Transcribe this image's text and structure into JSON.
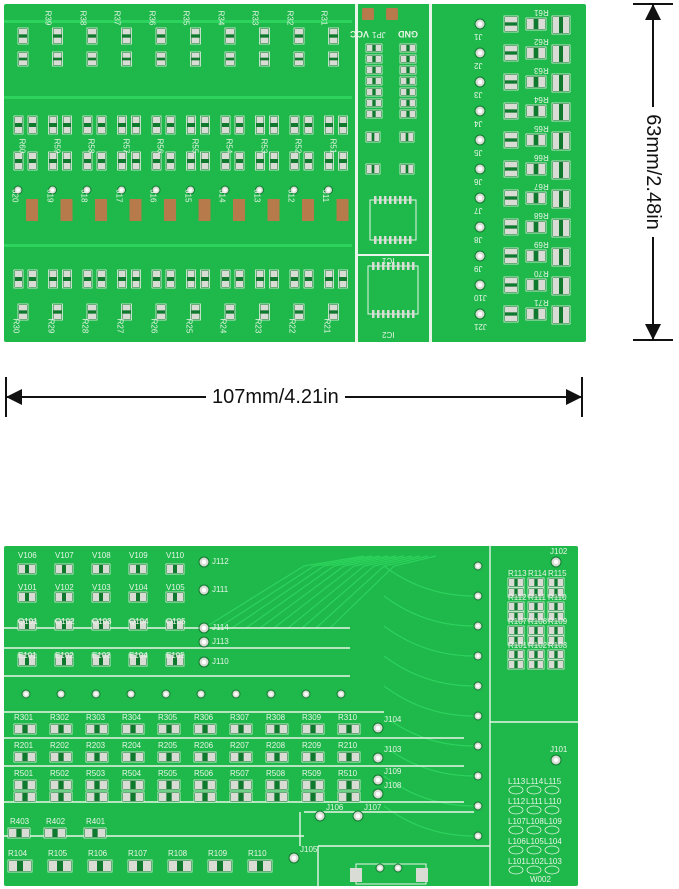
{
  "dimensions": {
    "width_label": "107mm/4.21in",
    "height_label": "63mm/2.48in"
  },
  "colors": {
    "pcb_green": "#1fb84b",
    "pcb_green_dark": "#14963a",
    "trace_green": "#2cd35c",
    "pad_copper": "#b77a4a",
    "smd_pad": "#d8dcd4",
    "silkscreen": "#e8f5e8",
    "ic_body": "#1a1a1a"
  },
  "board_top": {
    "row_labels_top": [
      "R39",
      "R38",
      "R37",
      "R36",
      "R35",
      "R34",
      "R33",
      "R32",
      "R31"
    ],
    "row_labels_mid": [
      "R60",
      "R59",
      "R58",
      "R57",
      "R56",
      "R55",
      "R54",
      "R53",
      "R52",
      "R51"
    ],
    "row_labels_j": [
      "J20",
      "J19",
      "J18",
      "J17",
      "J16",
      "J15",
      "J14",
      "J13",
      "J12",
      "J11"
    ],
    "row_labels_bottom": [
      "R30",
      "R29",
      "R28",
      "R27",
      "R26",
      "R25",
      "R24",
      "R23",
      "R22",
      "R21"
    ],
    "header_labels": [
      "VCC",
      "JP1",
      "GND"
    ],
    "ic_labels": [
      "IC1",
      "IC2"
    ],
    "right_labels": [
      "R61",
      "R62",
      "R63",
      "R64",
      "R65",
      "R66",
      "R67",
      "R68",
      "R69",
      "R70",
      "R71"
    ],
    "j_right": [
      "J1",
      "J2",
      "J3",
      "J4",
      "J5",
      "J6",
      "J7",
      "J8",
      "J9",
      "J10",
      "J21"
    ]
  },
  "board_bottom": {
    "v_row1": [
      "V106",
      "V107",
      "V108",
      "V109",
      "V110"
    ],
    "v_row2": [
      "V101",
      "V102",
      "V103",
      "V104",
      "V105"
    ],
    "q_row": [
      "Q101",
      "Q102",
      "Q103",
      "Q104",
      "Q105"
    ],
    "e_row": [
      "E101",
      "E102",
      "E103",
      "E104",
      "E105"
    ],
    "j_left": [
      "J112",
      "J111",
      "J114",
      "J113",
      "J110"
    ],
    "r300_row": [
      "R301",
      "R302",
      "R303",
      "R304",
      "R305",
      "R306",
      "R307",
      "R308",
      "R309",
      "R310"
    ],
    "r200_row": [
      "R201",
      "R202",
      "R203",
      "R204",
      "R205",
      "R206",
      "R207",
      "R208",
      "R209",
      "R210"
    ],
    "r500_row": [
      "R501",
      "R502",
      "R503",
      "R504",
      "R505",
      "R506",
      "R507",
      "R508",
      "R509",
      "R510"
    ],
    "r400_row": [
      "R403",
      "R402",
      "R401"
    ],
    "r100_row": [
      "R104",
      "R105",
      "R106",
      "R107",
      "R108",
      "R109",
      "R110"
    ],
    "j_mid": [
      "J104",
      "J103",
      "J109",
      "J108",
      "J106",
      "J107",
      "J105"
    ],
    "right_r": [
      "R113",
      "R114",
      "R115",
      "R112",
      "R111",
      "R110",
      "R107",
      "R108",
      "R109",
      "R101",
      "R102",
      "R103"
    ],
    "right_l": [
      "L113",
      "L114",
      "L115",
      "L112",
      "L111",
      "L110",
      "L107",
      "L108",
      "L109",
      "L106",
      "L105",
      "L104",
      "L101",
      "L102",
      "L103"
    ],
    "j_right": [
      "J102",
      "J101"
    ],
    "code": "W002"
  }
}
